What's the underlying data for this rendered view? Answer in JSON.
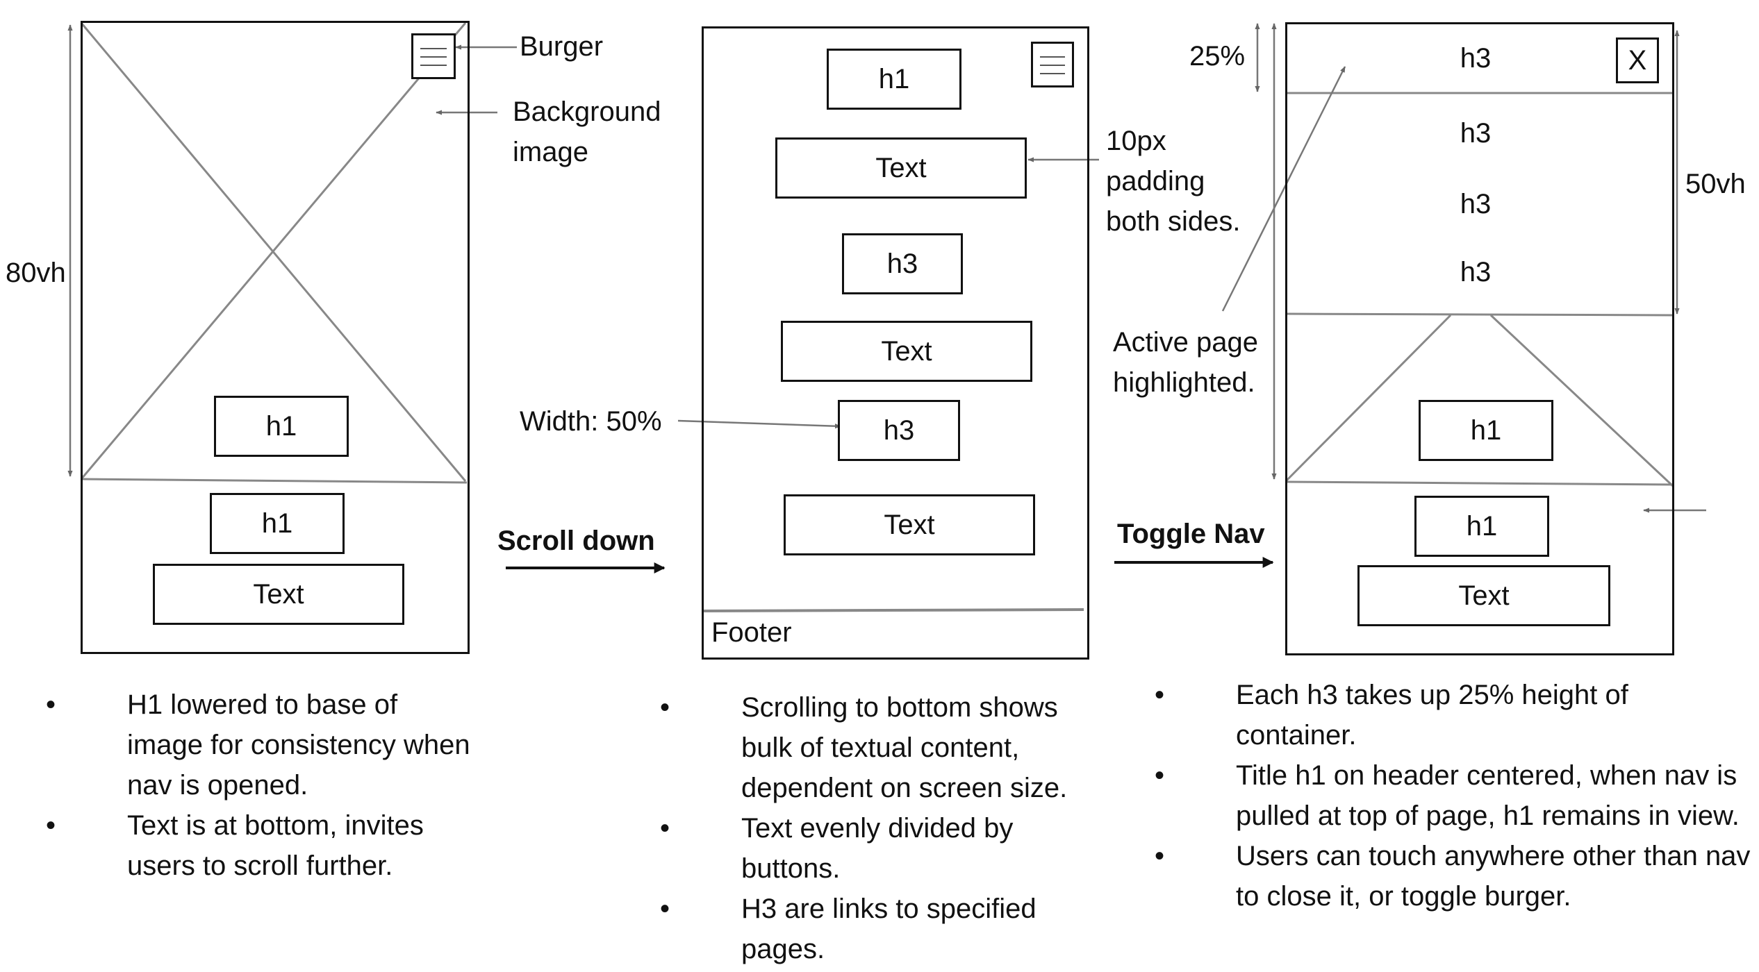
{
  "panel1": {
    "labels": {
      "burger": "Burger",
      "background_image": [
        "Background",
        "image"
      ],
      "height": "80vh"
    },
    "boxes": {
      "h1_overlay": "h1",
      "h1": "h1",
      "text": "Text"
    },
    "notes": [
      "H1 lowered to base of image for consistency when nav is opened.",
      "Text is at bottom, invites users to scroll further."
    ]
  },
  "transition1": {
    "label": "Scroll down"
  },
  "panel2": {
    "boxes": {
      "h1": "h1",
      "text1": "Text",
      "h3a": "h3",
      "text2": "Text",
      "h3b": "h3",
      "text3": "Text"
    },
    "footer": "Footer",
    "labels": {
      "padding": [
        "10px",
        "padding",
        "both sides."
      ],
      "width": "Width: 50%"
    },
    "notes": [
      "Scrolling to bottom shows bulk of textual content, dependent on screen size.",
      "Text evenly divided by buttons.",
      "H3 are links to specified pages."
    ]
  },
  "transition2": {
    "label": "Toggle Nav"
  },
  "panel3": {
    "labels": {
      "nav_item_height": "25%",
      "nav_height": "50vh",
      "active_page": [
        "Active page",
        "highlighted."
      ]
    },
    "nav_items": [
      "h3",
      "h3",
      "h3",
      "h3"
    ],
    "close_button": "X",
    "boxes": {
      "h1_overlay": "h1",
      "h1": "h1",
      "text": "Text"
    },
    "notes": [
      "Each h3 takes up 25% height of container.",
      "Title h1 on header centered, when nav is pulled at top of page, h1 remains in view.",
      "Users can touch anywhere other than nav to close it, or toggle burger."
    ]
  }
}
